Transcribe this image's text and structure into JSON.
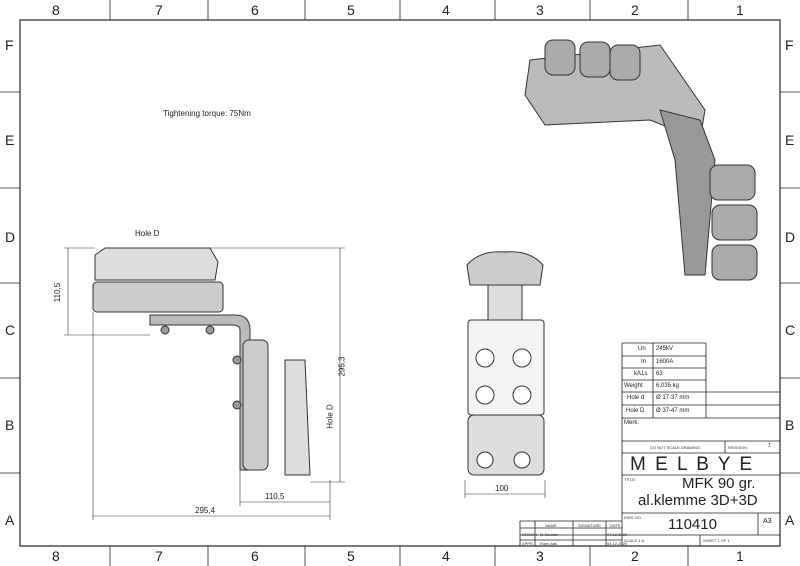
{
  "zones": {
    "columns": [
      "8",
      "7",
      "6",
      "5",
      "4",
      "3",
      "2",
      "1"
    ],
    "rows": [
      "F",
      "E",
      "D",
      "C",
      "B",
      "A"
    ]
  },
  "notes": {
    "torque": "Tightening torque: 75Nm",
    "hole_left": "Hole D",
    "hole_right": "Hole D"
  },
  "dimensions": {
    "left_height": "110,5",
    "total_height": "295,3",
    "bottom_short": "110,5",
    "bottom_total": "295,4",
    "front_width": "100"
  },
  "specs": [
    {
      "label": "Un",
      "value": "245kV"
    },
    {
      "label": "In",
      "value": "1600A"
    },
    {
      "label": "kA1s",
      "value": "63"
    },
    {
      "label": "Weight",
      "value": "6,035 kg"
    },
    {
      "label": "Hole d",
      "value": "Ø 17-37 mm"
    },
    {
      "label": "Hole D",
      "value": "Ø 37-47 mm"
    }
  ],
  "title_block": {
    "mark_label": "Merk:",
    "do_not_scale": "DO NOT SCALE DRAWING",
    "revision_label": "REVISION",
    "revision": "1",
    "company": "M E L B Y E",
    "title_label": "TITLE:",
    "title_line1": "MFK 90 gr.",
    "title_line2": "al.klemme 3D+3D",
    "dwg_label": "DWG NO.",
    "dwg_no": "110410",
    "size": "A3",
    "scale": "SCALE 1:5",
    "sheet": "SHEET 1 OF 1"
  },
  "signoff": {
    "headers": [
      "NAME",
      "SIGNATURE",
      "DATE"
    ],
    "rows": [
      {
        "role": "DRAWN",
        "name": "M.Sandler",
        "date": "04.12.2020"
      },
      {
        "role": "APPR.",
        "name": "Egen Aas",
        "date": "04.12.2020"
      }
    ]
  }
}
